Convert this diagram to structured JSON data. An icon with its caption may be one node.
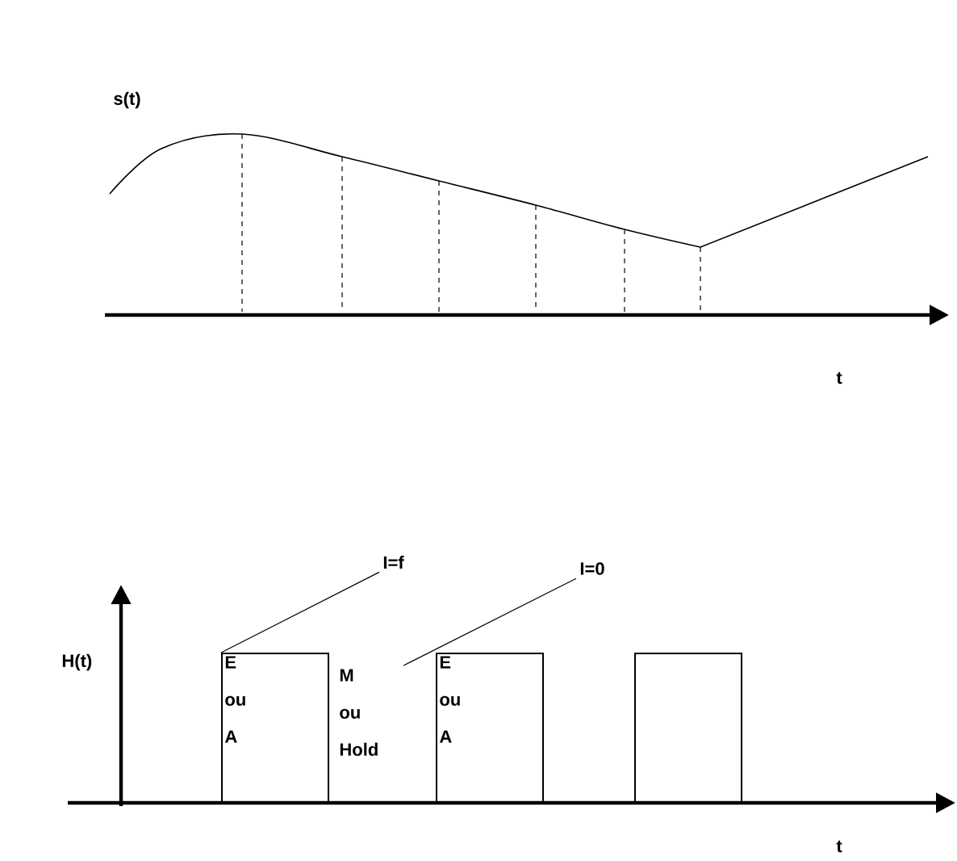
{
  "diagram": {
    "nodes": [
      {
        "text": [
          "I=f"
        ]
      },
      {
        "text": [
          "I=0"
        ]
      },
      {
        "text": [
          "E ou A"
        ]
      },
      {
        "text": [
          "M ou Hold"
        ]
      },
      {
        "text": [
          "E ou A"
        ]
      },
      {
        "text": [],
        "shape": "box"
      }
    ],
    "edges": [
      {
        "from": 0,
        "to": 2,
        "arrow": "none"
      },
      {
        "from": 1,
        "to": 3,
        "arrow": "none"
      }
    ],
    "labels": [
      "s(t)",
      "t",
      "H(t)",
      "t"
    ]
  }
}
